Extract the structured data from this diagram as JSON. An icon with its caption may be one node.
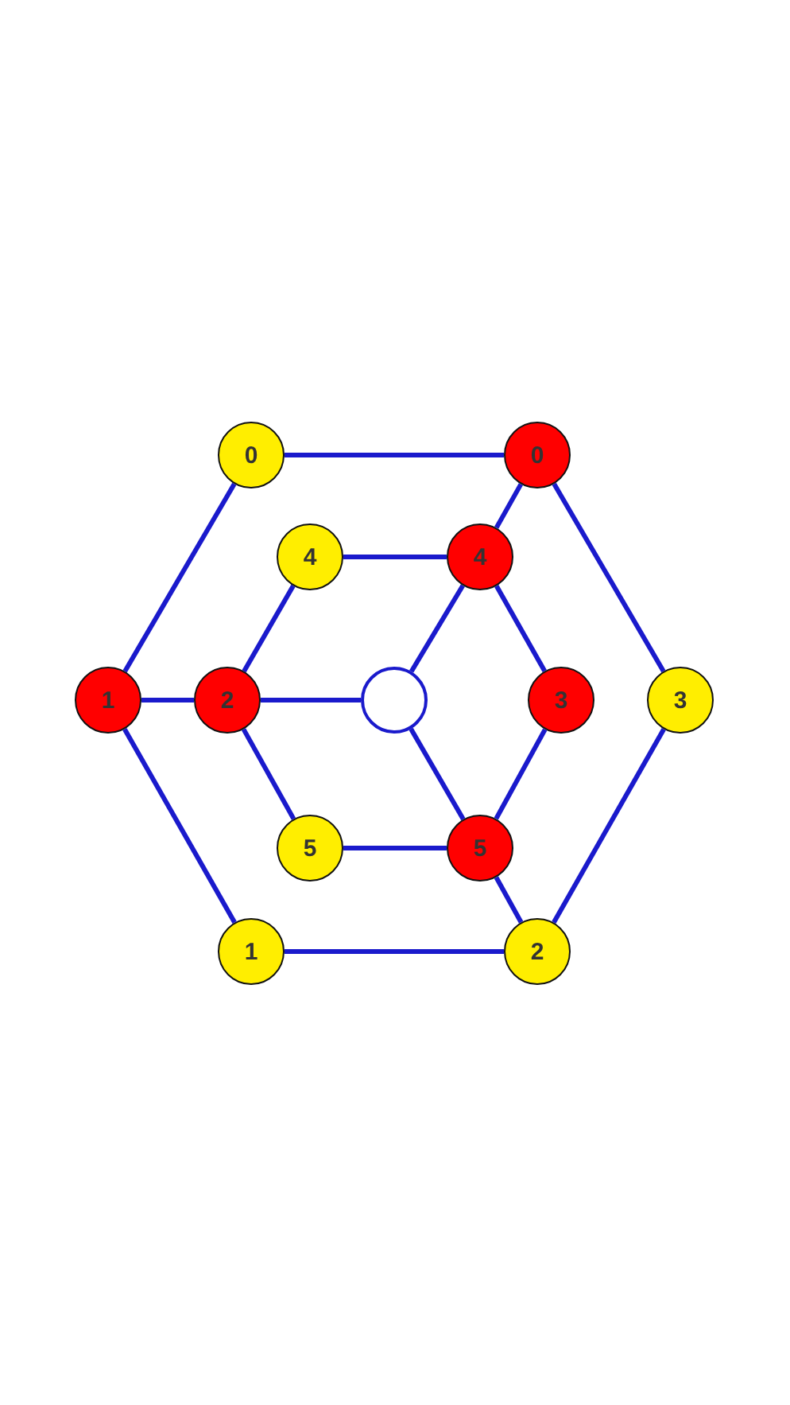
{
  "diagram": {
    "nodes": [
      {
        "text": [
          "0"
        ]
      },
      {
        "text": [
          "0"
        ]
      },
      {
        "text": [
          "4"
        ]
      },
      {
        "text": [
          "4"
        ]
      },
      {
        "text": [
          "1"
        ]
      },
      {
        "text": [
          "2"
        ]
      },
      {
        "text": [],
        "shape": "circle"
      },
      {
        "text": [
          "3"
        ]
      },
      {
        "text": [
          "3"
        ]
      },
      {
        "text": [
          "5"
        ]
      },
      {
        "text": [
          "5"
        ]
      },
      {
        "text": [
          "1"
        ]
      },
      {
        "text": [
          "2"
        ]
      }
    ],
    "edges": [
      {
        "from": 0,
        "to": 1,
        "arrow": "none"
      },
      {
        "from": 0,
        "to": 4,
        "arrow": "none"
      },
      {
        "from": 1,
        "to": 3,
        "arrow": "none"
      },
      {
        "from": 1,
        "to": 8,
        "arrow": "none"
      },
      {
        "from": 2,
        "to": 3,
        "arrow": "none"
      },
      {
        "from": 2,
        "to": 5,
        "arrow": "none"
      },
      {
        "from": 4,
        "to": 5,
        "arrow": "none"
      },
      {
        "from": 4,
        "to": 11,
        "arrow": "none"
      },
      {
        "from": 5,
        "to": 6,
        "arrow": "none"
      },
      {
        "from": 5,
        "to": 9,
        "arrow": "none"
      },
      {
        "from": 3,
        "to": 6,
        "arrow": "none"
      },
      {
        "from": 3,
        "to": 7,
        "arrow": "none"
      },
      {
        "from": 7,
        "to": 10,
        "arrow": "none"
      },
      {
        "from": 6,
        "to": 10,
        "arrow": "none"
      },
      {
        "from": 9,
        "to": 10,
        "arrow": "none"
      },
      {
        "from": 10,
        "to": 12,
        "arrow": "none"
      },
      {
        "from": 11,
        "to": 12,
        "arrow": "none"
      },
      {
        "from": 8,
        "to": 12,
        "arrow": "none"
      }
    ]
  }
}
